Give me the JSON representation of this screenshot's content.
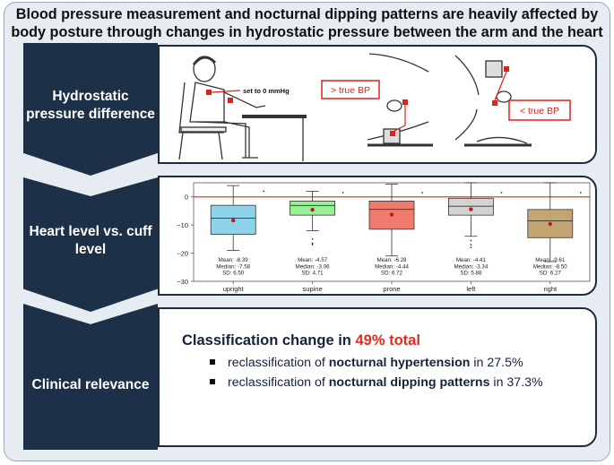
{
  "headline": "Blood pressure measurement and nocturnal dipping patterns are heavily affected by body posture through changes in hydrostatic pressure between the arm and the heart",
  "rows": {
    "hydrostatic": {
      "label": "Hydrostatic pressure difference"
    },
    "heart_level": {
      "label": "Heart level vs. cuff level"
    },
    "clinical": {
      "label": "Clinical relevance"
    }
  },
  "illustration": {
    "set_zero": "set to 0 mmHg",
    "greater": "> true BP",
    "less": "< true BP",
    "colors": {
      "marker": "#e0201a",
      "device": "#555555"
    }
  },
  "chart_data": {
    "type": "box",
    "ylim": [
      -30,
      5
    ],
    "yticks": [
      0,
      -10,
      -20,
      -30
    ],
    "reference_line": 0,
    "categories": [
      "upright",
      "supine",
      "prone",
      "left",
      "right"
    ],
    "colors": [
      "#8fd3e8",
      "#98f094",
      "#ef7b6e",
      "#d3d3d3",
      "#c2a572"
    ],
    "boxes": [
      {
        "whisker_low": -19,
        "q1": -13.3,
        "median": -7.58,
        "q3": -3,
        "whisker_high": 4,
        "mean": -8.39,
        "outliers": [],
        "cap_dot": 2
      },
      {
        "whisker_low": -12,
        "q1": -6.5,
        "median": -3.06,
        "q3": -1.5,
        "whisker_high": 2,
        "mean": -4.57,
        "outliers": [
          -15,
          -16.5,
          -17
        ],
        "cap_dot": 1.5
      },
      {
        "whisker_low": -21,
        "q1": -11.5,
        "median": -4.44,
        "q3": -1.5,
        "whisker_high": 4.5,
        "mean": -6.28,
        "outliers": [],
        "cap_dot": 1.5
      },
      {
        "whisker_low": -14,
        "q1": -6.5,
        "median": -3.34,
        "q3": -0.5,
        "whisker_high": 5,
        "mean": -4.41,
        "outliers": [
          -15.5,
          -17,
          -18
        ],
        "cap_dot": 1.5
      },
      {
        "whisker_low": -23,
        "q1": -14.5,
        "median": -8.5,
        "q3": -4.5,
        "whisker_high": 5,
        "mean": -9.61,
        "outliers": [],
        "cap_dot": 1.5
      }
    ],
    "stats": [
      [
        "Mean: -8.39",
        "Median: -7.58",
        "SD: 6.50"
      ],
      [
        "Mean: -4.57",
        "Median: -3.06",
        "SD: 4.71"
      ],
      [
        "Mean: -6.28",
        "Median: -4.44",
        "SD: 6.72"
      ],
      [
        "Mean: -4.41",
        "Median: -3.34",
        "SD: 5.88"
      ],
      [
        "Mean: -9.61",
        "Median: -8.50",
        "SD: 6.27"
      ]
    ],
    "reference_color": "#e63b2e",
    "mean_color": "#c0171d"
  },
  "classification": {
    "title_prefix": "Classification change in ",
    "title_pct": "49% total",
    "bullets": [
      {
        "prefix": "reclassification of ",
        "bold": "nocturnal hypertension",
        "suffix": " in 27.5%"
      },
      {
        "prefix": "reclassification of ",
        "bold": "nocturnal dipping patterns",
        "suffix": " in 37.3%"
      }
    ]
  }
}
